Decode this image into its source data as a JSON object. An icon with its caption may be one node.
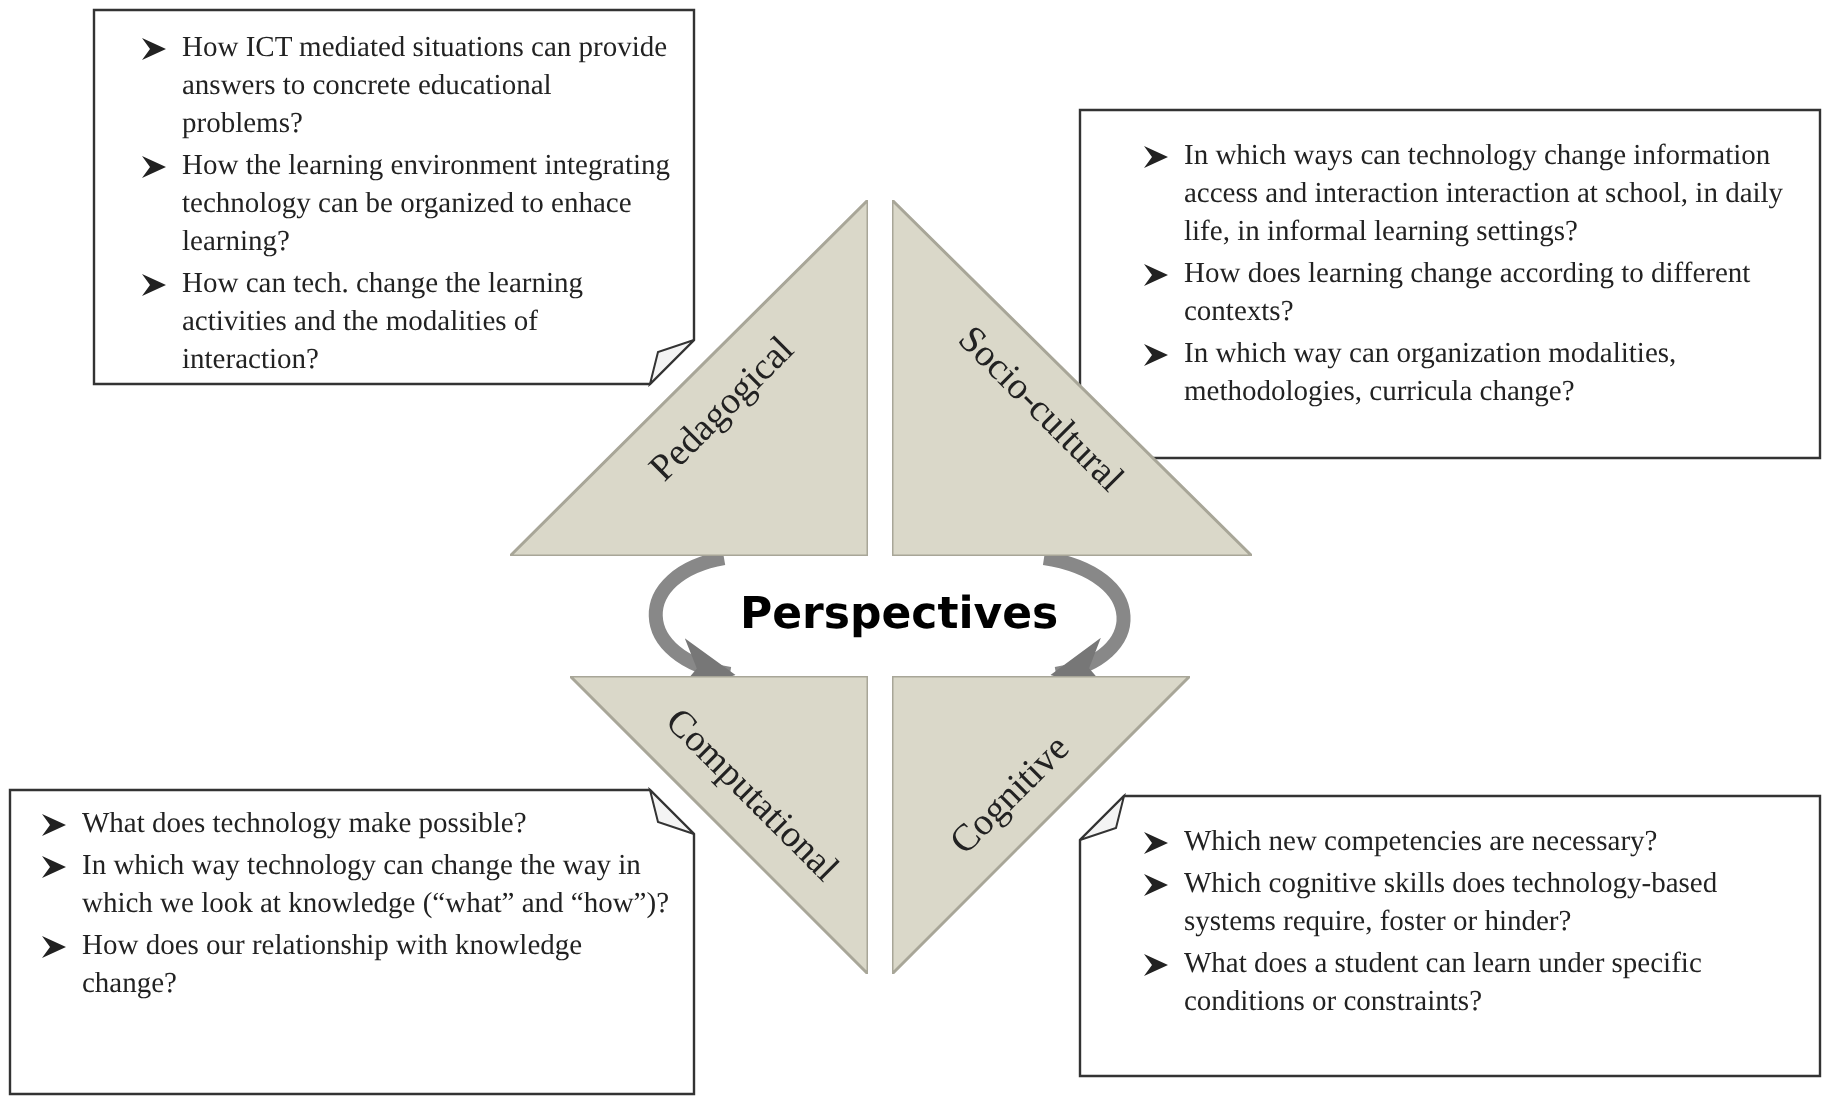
{
  "diagram": {
    "nodes": [
      {
        "text": [
          "How ICT mediated situations can provide answers to concrete educational problems?",
          "How the learning environment integrating technology can be organized to enhace learning?",
          "How can tech. change the learning activities and the modalities of interaction?"
        ]
      },
      {
        "text": [
          "In which ways can technology change information access and interaction interaction at school, in daily life, in informal learning settings?",
          "How does learning change according to different contexts?",
          "In which way can organization modalities, methodologies, curricula change?"
        ]
      },
      {
        "text": [
          "Pedagogical"
        ]
      },
      {
        "text": [
          "Socio-cultural"
        ]
      },
      {
        "text": [
          "Perspectives"
        ]
      },
      {
        "text": [
          "Computational"
        ]
      },
      {
        "text": [
          "Cognitive"
        ]
      },
      {
        "text": [
          "What does technology make possible?",
          "In which way technology can change the way in which we look at knowledge (“what” and “how”)?",
          "How does our relationship with knowledge change?"
        ]
      },
      {
        "text": [
          "Which new competencies are necessary?",
          "Which cognitive skills does technology-based systems require, foster or hinder?",
          "What does a student can learn under specific conditions or constraints?"
        ]
      }
    ],
    "edges": [
      {
        "from": 2,
        "to": 5,
        "arrow": "to"
      },
      {
        "from": 3,
        "to": 6,
        "arrow": "to"
      }
    ]
  }
}
